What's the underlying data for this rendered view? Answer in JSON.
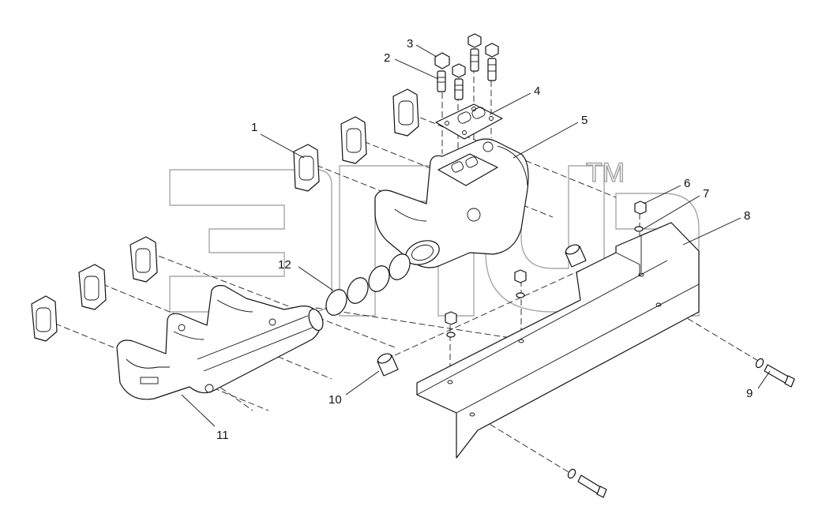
{
  "watermark": {
    "trademark": "TM"
  },
  "callouts": [
    {
      "id": "1",
      "text": "1"
    },
    {
      "id": "2",
      "text": "2"
    },
    {
      "id": "3",
      "text": "3"
    },
    {
      "id": "4",
      "text": "4"
    },
    {
      "id": "5",
      "text": "5"
    },
    {
      "id": "6",
      "text": "6"
    },
    {
      "id": "7",
      "text": "7"
    },
    {
      "id": "8",
      "text": "8"
    },
    {
      "id": "9",
      "text": "9"
    },
    {
      "id": "10",
      "text": "10"
    },
    {
      "id": "11",
      "text": "11"
    },
    {
      "id": "12",
      "text": "12"
    }
  ]
}
